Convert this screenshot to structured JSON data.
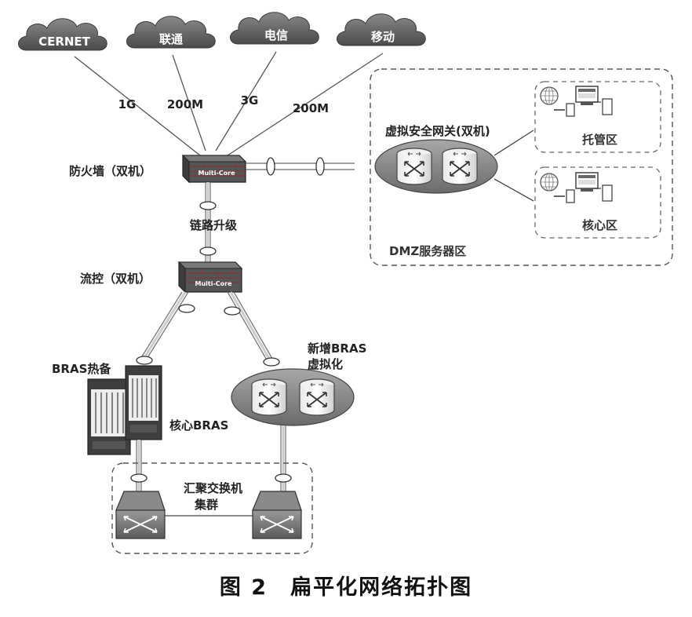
{
  "clouds": [
    "CERNET",
    "联通",
    "电信",
    "移动"
  ],
  "link_labels": [
    "1G",
    "200M",
    "3G",
    "200M"
  ],
  "firewall": {
    "label": "防火墙（双机）",
    "device_text": "Multi-Core"
  },
  "link_upgrade": "链路升级",
  "flow_control": {
    "label": "流控（双机）",
    "device_text": "Multi-Core"
  },
  "dmz": {
    "title": "DMZ服务器区",
    "gateway_label": "虚拟安全网关(双机)",
    "zones": [
      "托管区",
      "核心区"
    ]
  },
  "bras_hot_standby": "BRAS热备",
  "core_bras": "核心BRAS",
  "new_bras": [
    "新增BRAS",
    "虚拟化"
  ],
  "aggregation": [
    "汇聚交换机",
    "集群"
  ],
  "caption": "图 2　扁平化网络拓扑图"
}
